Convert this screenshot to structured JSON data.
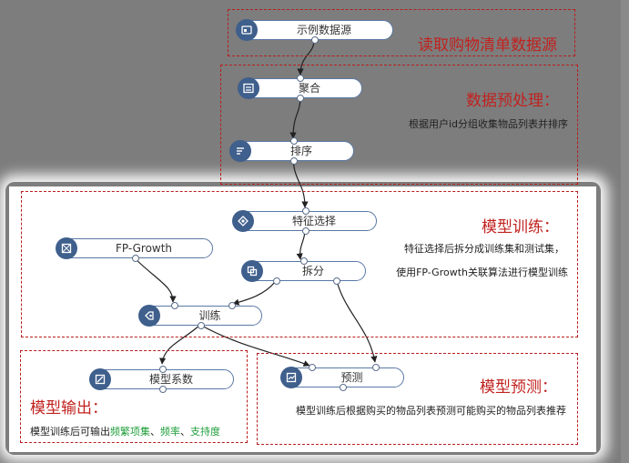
{
  "groups": {
    "read": {
      "title": "读取购物清单数据源"
    },
    "preprocess": {
      "title": "数据预处理：",
      "desc": "根据用户id分组收集物品列表并排序"
    },
    "train": {
      "title": "模型训练：",
      "desc1": "特征选择后拆分成训练集和测试集，",
      "desc2": "使用FP-Growth关联算法进行模型训练"
    },
    "output": {
      "title": "模型输出：",
      "desc_prefix": "模型训练后可输出",
      "desc_h1": "频繁项集",
      "sep1": "、",
      "desc_h2": "频率",
      "sep2": "、",
      "desc_h3": "支持度"
    },
    "predict": {
      "title": "模型预测：",
      "desc": "模型训练后根据购买的物品列表预测可能购买的物品列表推荐"
    }
  },
  "nodes": {
    "source": {
      "label": "示例数据源",
      "icon": "database-icon"
    },
    "aggregate": {
      "label": "聚合",
      "icon": "aggregate-icon"
    },
    "sort": {
      "label": "排序",
      "icon": "sort-icon"
    },
    "feature": {
      "label": "特征选择",
      "icon": "feature-select-icon"
    },
    "fpgrowth": {
      "label": "FP-Growth",
      "icon": "algorithm-icon"
    },
    "split": {
      "label": "拆分",
      "icon": "split-icon"
    },
    "train": {
      "label": "训练",
      "icon": "train-icon"
    },
    "coef": {
      "label": "模型系数",
      "icon": "chart-icon"
    },
    "predict": {
      "label": "预测",
      "icon": "predict-icon"
    }
  },
  "colors": {
    "accent": "#c0221f",
    "node_border": "#5a79a6",
    "icon_bg": "#3f5f8c",
    "highlight": "#1e9e3a"
  }
}
